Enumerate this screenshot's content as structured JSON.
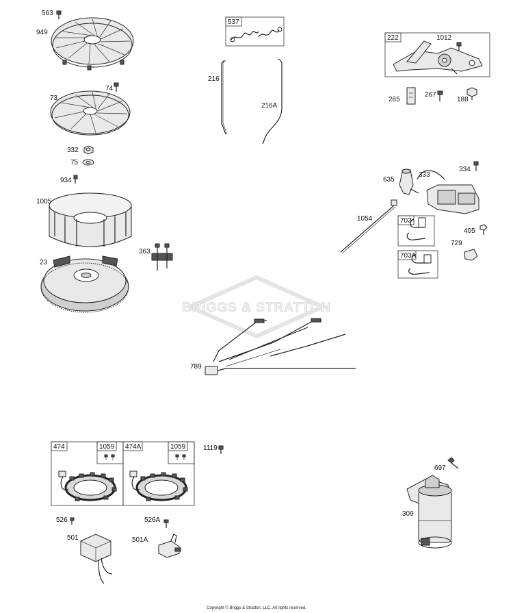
{
  "watermark": {
    "text": "BRIGGS & STRATTON"
  },
  "copyright": "Copyright © Briggs & Stratton, LLC. All rights reserved.",
  "parts": [
    {
      "ref": "563"
    },
    {
      "ref": "949"
    },
    {
      "ref": "74"
    },
    {
      "ref": "73"
    },
    {
      "ref": "332"
    },
    {
      "ref": "75"
    },
    {
      "ref": "934"
    },
    {
      "ref": "1005"
    },
    {
      "ref": "23"
    },
    {
      "ref": "363"
    },
    {
      "ref": "537"
    },
    {
      "ref": "216"
    },
    {
      "ref": "216A"
    },
    {
      "ref": "222"
    },
    {
      "ref": "1012"
    },
    {
      "ref": "265"
    },
    {
      "ref": "267"
    },
    {
      "ref": "188"
    },
    {
      "ref": "635"
    },
    {
      "ref": "333"
    },
    {
      "ref": "334"
    },
    {
      "ref": "1054"
    },
    {
      "ref": "703"
    },
    {
      "ref": "703A"
    },
    {
      "ref": "405"
    },
    {
      "ref": "729"
    },
    {
      "ref": "789"
    },
    {
      "ref": "474"
    },
    {
      "ref": "1059"
    },
    {
      "ref": "474A"
    },
    {
      "ref": "1059"
    },
    {
      "ref": "1119"
    },
    {
      "ref": "526"
    },
    {
      "ref": "526A"
    },
    {
      "ref": "501"
    },
    {
      "ref": "501A"
    },
    {
      "ref": "697"
    },
    {
      "ref": "309"
    }
  ]
}
